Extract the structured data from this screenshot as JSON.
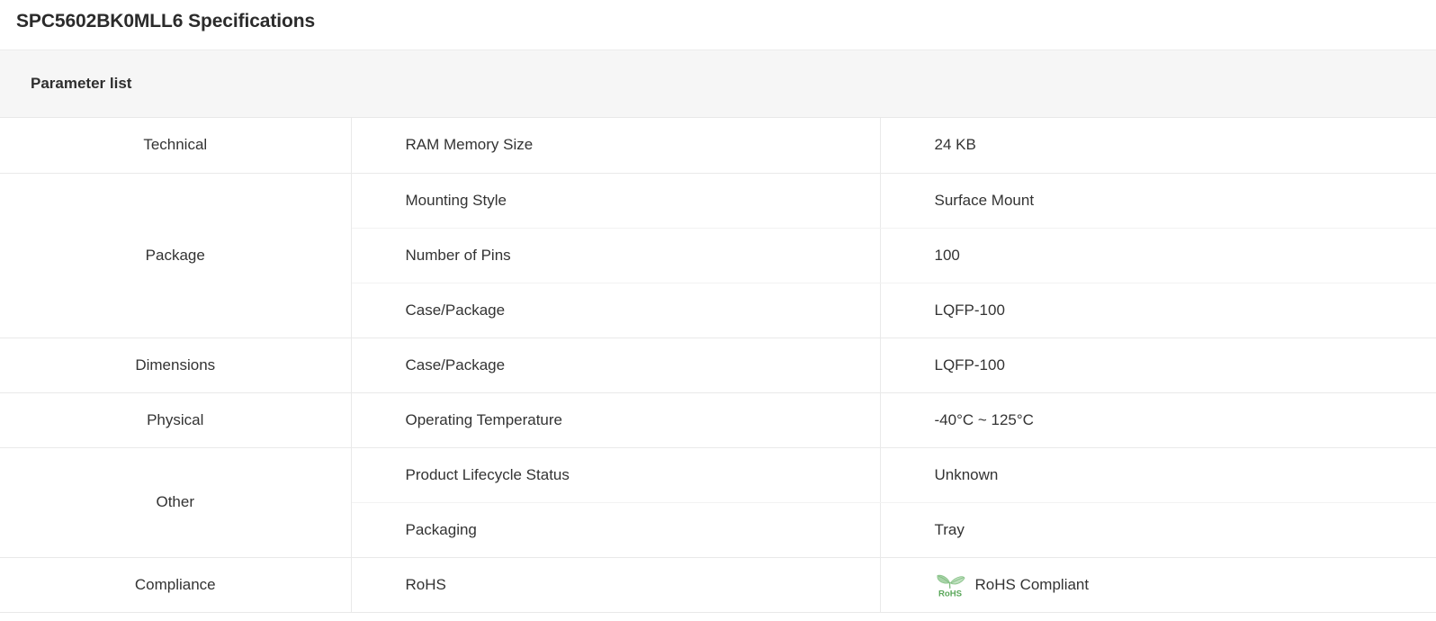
{
  "page": {
    "title": "SPC5602BK0MLL6 Specifications"
  },
  "section": {
    "header_title": "Parameter list"
  },
  "table": {
    "groups": [
      {
        "category": "Technical",
        "rows": [
          {
            "parameter": "RAM Memory Size",
            "value": "24 KB"
          }
        ]
      },
      {
        "category": "Package",
        "rows": [
          {
            "parameter": "Mounting Style",
            "value": "Surface Mount"
          },
          {
            "parameter": "Number of Pins",
            "value": "100"
          },
          {
            "parameter": "Case/Package",
            "value": "LQFP-100"
          }
        ]
      },
      {
        "category": "Dimensions",
        "rows": [
          {
            "parameter": "Case/Package",
            "value": "LQFP-100"
          }
        ]
      },
      {
        "category": "Physical",
        "rows": [
          {
            "parameter": "Operating Temperature",
            "value": "-40°C ~ 125°C"
          }
        ]
      },
      {
        "category": "Other",
        "rows": [
          {
            "parameter": "Product Lifecycle Status",
            "value": "Unknown"
          },
          {
            "parameter": "Packaging",
            "value": "Tray"
          }
        ]
      },
      {
        "category": "Compliance",
        "rows": [
          {
            "parameter": "RoHS",
            "value": "RoHS Compliant",
            "icon": "rohs-leaf-icon"
          }
        ]
      }
    ]
  },
  "icons": {
    "rohs": {
      "name": "rohs-leaf-icon",
      "text": "RoHS",
      "leaf_color": "#9ccc9c",
      "text_color": "#5aa75a"
    }
  },
  "colors": {
    "page_background": "#ffffff",
    "header_band": "#f6f6f6",
    "text": "#333333",
    "title_text": "#2b2b2b",
    "group_border": "#e9e9e9",
    "row_border": "#f2f2f2",
    "rohs_green": "#5aa75a"
  }
}
